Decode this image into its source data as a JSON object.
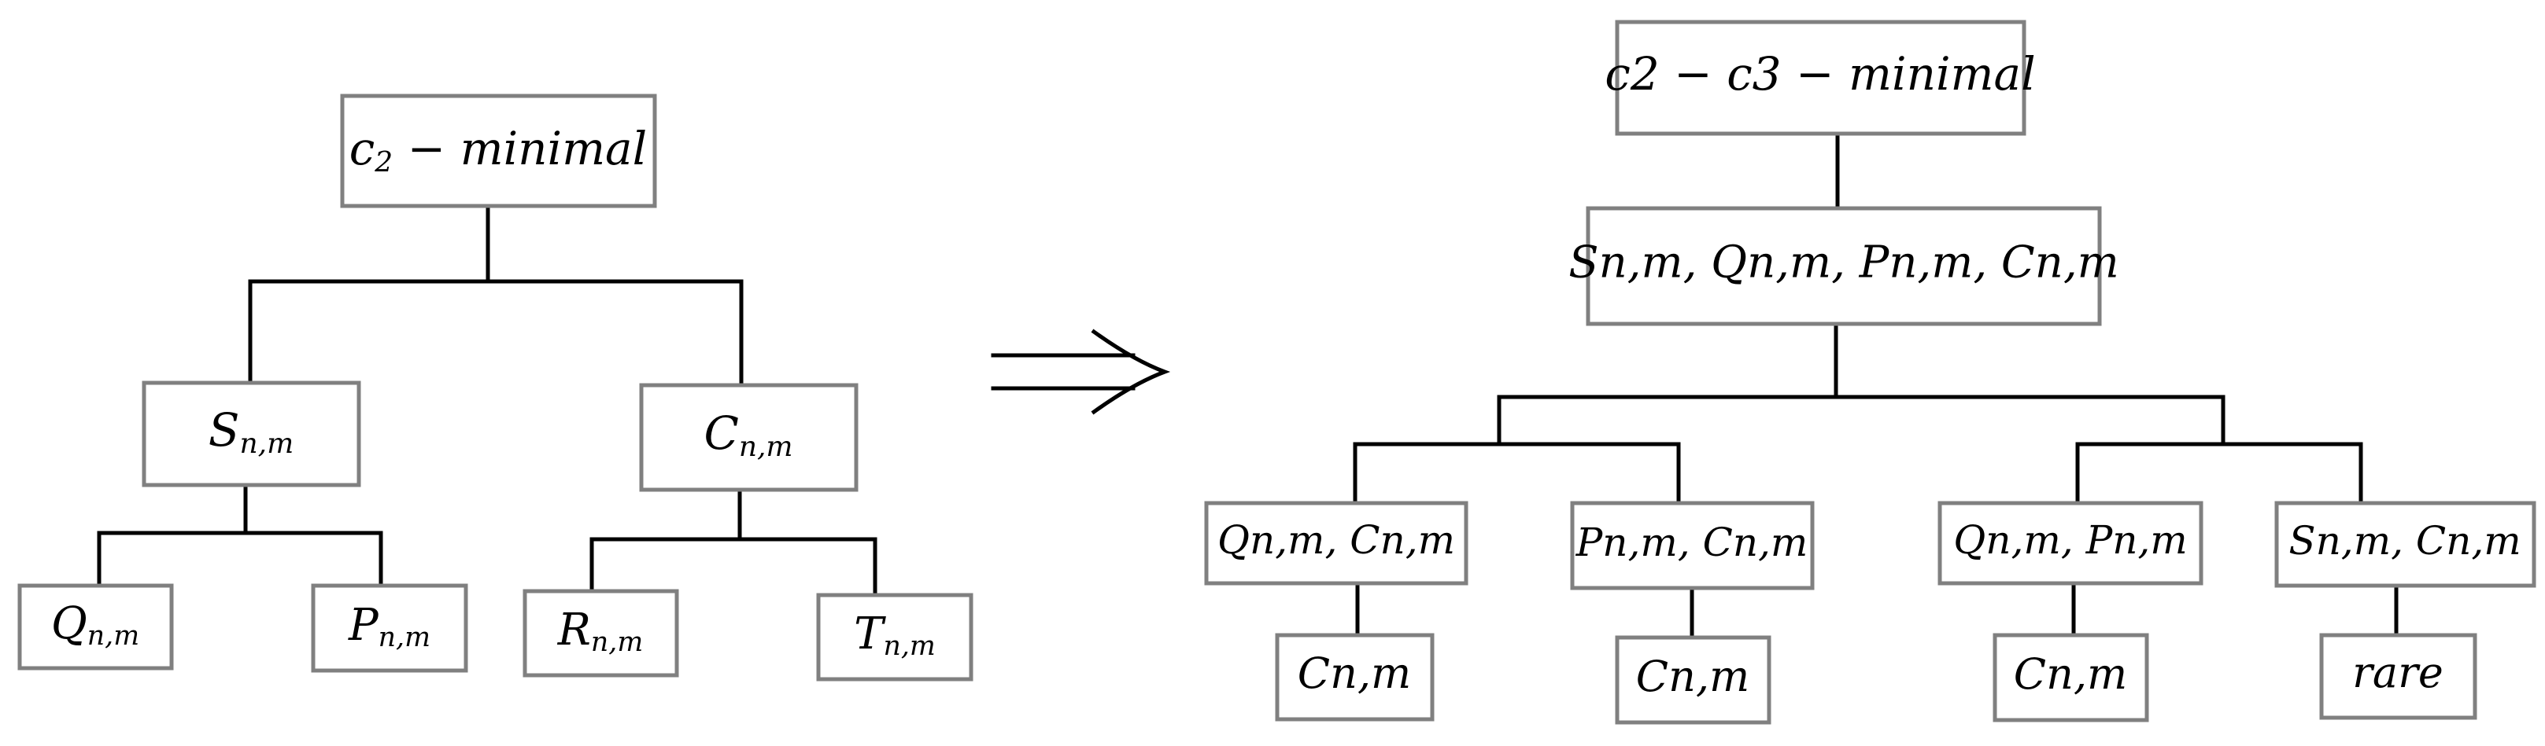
{
  "left_tree": {
    "root": {
      "main": "c",
      "sub": "2",
      "rest": " − minimal"
    },
    "children": [
      {
        "main": "S",
        "sub": "n,m"
      },
      {
        "main": "C",
        "sub": "n,m"
      }
    ],
    "grandchildren": [
      {
        "main": "Q",
        "sub": "n,m"
      },
      {
        "main": "P",
        "sub": "n,m"
      },
      {
        "main": "R",
        "sub": "n,m"
      },
      {
        "main": "T",
        "sub": "n,m"
      }
    ]
  },
  "arrow": "⟹",
  "right_tree": {
    "root": "c2 − c3 − minimal",
    "level1": "Sn,m, Qn,m, Pn,m, Cn,m",
    "level2": [
      "Qn,m, Cn,m",
      "Pn,m, Cn,m",
      "Qn,m, Pn,m",
      "Sn,m, Cn,m"
    ],
    "level3": [
      "Cn,m",
      "Cn,m",
      "Cn,m",
      "rare"
    ]
  }
}
